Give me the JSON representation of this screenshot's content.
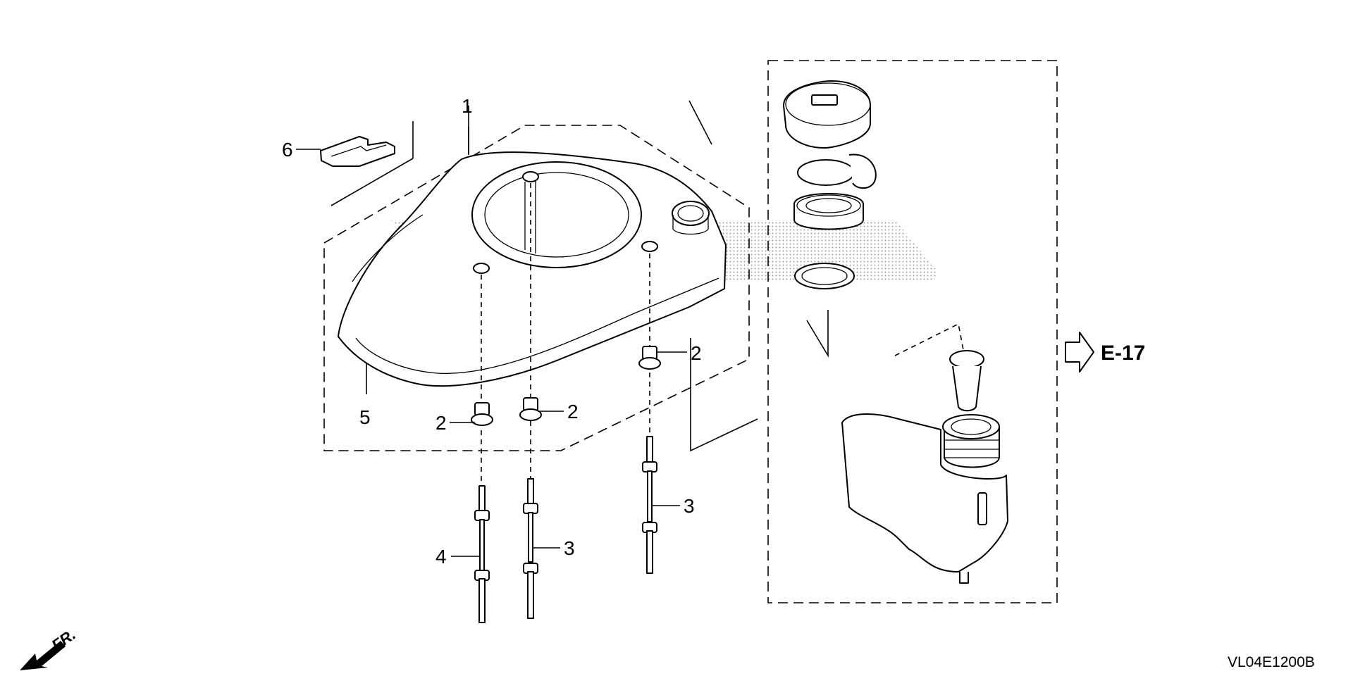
{
  "callouts": {
    "item_1": "1",
    "item_2a": "2",
    "item_2b": "2",
    "item_2c": "2",
    "item_3a": "3",
    "item_3b": "3",
    "item_4": "4",
    "item_5": "5",
    "item_6": "6"
  },
  "reference": {
    "label": "E-17"
  },
  "direction": {
    "label": "FR."
  },
  "diagram_code": "VL04E1200B",
  "watermark": {
    "icon": "honda-watermark",
    "color": "#9a9a9a"
  }
}
